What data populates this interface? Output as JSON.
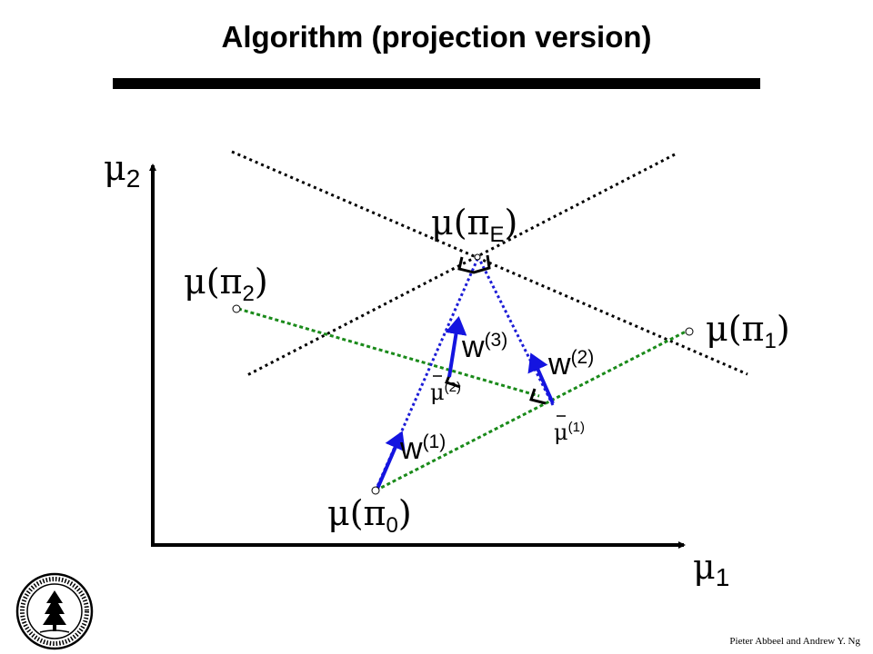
{
  "slide": {
    "title": "Algorithm (projection version)",
    "credit": "Pieter Abbeel and Andrew Y. Ng"
  },
  "axes": {
    "x_label": {
      "sym": "μ",
      "sub": "1"
    },
    "y_label": {
      "sym": "μ",
      "sub": "2"
    }
  },
  "points": {
    "pi_e": {
      "sym": "μ(π",
      "sub": "E",
      "close": ")"
    },
    "pi_2": {
      "sym": "μ(π",
      "sub": "2",
      "close": ")"
    },
    "pi_1": {
      "sym": "μ(π",
      "sub": "1",
      "close": ")"
    },
    "pi_0": {
      "sym": "μ(π",
      "sub": "0",
      "close": ")"
    }
  },
  "weights": {
    "w1": {
      "base": "w",
      "sup": "(1)"
    },
    "w2": {
      "base": "w",
      "sup": "(2)"
    },
    "w3": {
      "base": "w",
      "sup": "(3)"
    }
  },
  "mu_bars": {
    "mb1": {
      "sym": "μ",
      "sup": "(1)"
    },
    "mb2": {
      "sym": "μ",
      "sup": "(2)"
    }
  },
  "colors": {
    "green": "#1a8a1a",
    "blue": "#1c1cd6",
    "arrow": "#1414e0",
    "black": "#000000"
  },
  "icons": {
    "seal": "university-seal-icon"
  }
}
